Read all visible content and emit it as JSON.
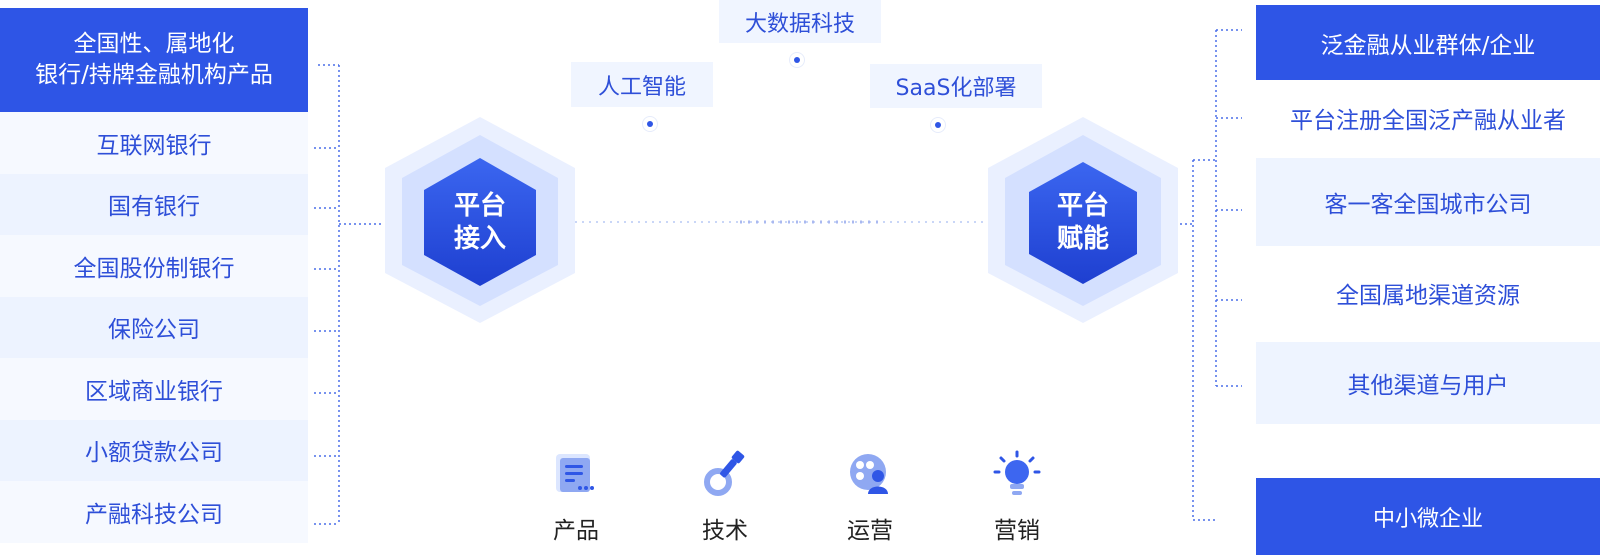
{
  "left": {
    "header": [
      "全国性、属地化",
      "银行/持牌金融机构产品"
    ],
    "items": [
      "互联网银行",
      "国有银行",
      "全国股份制银行",
      "保险公司",
      "区域商业银行",
      "小额贷款公司",
      "产融科技公司"
    ]
  },
  "tags": {
    "ai": "人工智能",
    "bigdata": "大数据科技",
    "saas": "SaaS化部署"
  },
  "hex": {
    "left": [
      "平台",
      "接入"
    ],
    "right": [
      "平台",
      "赋能"
    ]
  },
  "capabilities": [
    "产品",
    "技术",
    "运营",
    "营销"
  ],
  "right": {
    "header": "泛金融从业群体/企业",
    "items": [
      "平台注册全国泛产融从业者",
      "客一客全国城市公司",
      "全国属地渠道资源",
      "其他渠道与用户"
    ],
    "footer": "中小微企业"
  },
  "colors": {
    "primary": "#2e55e6",
    "light": "#f0f5ff",
    "text": "#2e4fd8"
  }
}
